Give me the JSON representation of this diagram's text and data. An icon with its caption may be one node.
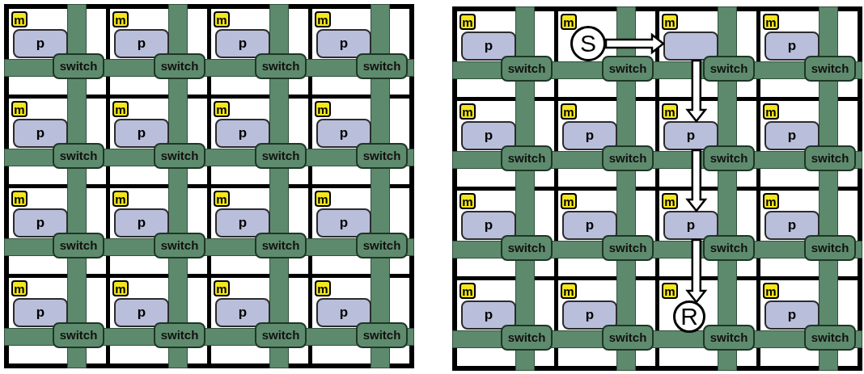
{
  "diagram": {
    "nodes": [
      {
        "text": [
          "m"
        ]
      },
      {
        "text": [
          "p"
        ]
      },
      {
        "text": [
          "switch"
        ]
      },
      {
        "text": [
          "m"
        ]
      },
      {
        "text": [
          "p"
        ]
      },
      {
        "text": [
          "switch"
        ]
      },
      {
        "text": [
          "m"
        ]
      },
      {
        "text": [
          "p"
        ]
      },
      {
        "text": [
          "switch"
        ]
      },
      {
        "text": [
          "m"
        ]
      },
      {
        "text": [
          "p"
        ]
      },
      {
        "text": [
          "switch"
        ]
      },
      {
        "text": [
          "m"
        ]
      },
      {
        "text": [
          "p"
        ]
      },
      {
        "text": [
          "switch"
        ]
      },
      {
        "text": [
          "m"
        ]
      },
      {
        "text": [
          "p"
        ]
      },
      {
        "text": [
          "switch"
        ]
      },
      {
        "text": [
          "m"
        ]
      },
      {
        "text": [
          "p"
        ]
      },
      {
        "text": [
          "switch"
        ]
      },
      {
        "text": [
          "m"
        ]
      },
      {
        "text": [
          "p"
        ]
      },
      {
        "text": [
          "switch"
        ]
      },
      {
        "text": [
          "m"
        ]
      },
      {
        "text": [
          "p"
        ]
      },
      {
        "text": [
          "switch"
        ]
      },
      {
        "text": [
          "m"
        ]
      },
      {
        "text": [
          "p"
        ]
      },
      {
        "text": [
          "switch"
        ]
      },
      {
        "text": [
          "m"
        ]
      },
      {
        "text": [
          "p"
        ]
      },
      {
        "text": [
          "switch"
        ]
      },
      {
        "text": [
          "m"
        ]
      },
      {
        "text": [
          "p"
        ]
      },
      {
        "text": [
          "switch"
        ]
      },
      {
        "text": [
          "m"
        ]
      },
      {
        "text": [
          "p"
        ]
      },
      {
        "text": [
          "switch"
        ]
      },
      {
        "text": [
          "m"
        ]
      },
      {
        "text": [
          "p"
        ]
      },
      {
        "text": [
          "switch"
        ]
      },
      {
        "text": [
          "m"
        ]
      },
      {
        "text": [
          "p"
        ]
      },
      {
        "text": [
          "switch"
        ]
      },
      {
        "text": [
          "m"
        ]
      },
      {
        "text": [
          "p"
        ]
      },
      {
        "text": [
          "switch"
        ]
      },
      {
        "text": [
          "m"
        ]
      },
      {
        "text": [
          "p"
        ]
      },
      {
        "text": [
          "switch"
        ]
      },
      {
        "text": [
          "m"
        ]
      },
      {
        "text": [
          "switch"
        ]
      },
      {
        "text": [
          "m"
        ]
      },
      {
        "text": [],
        "shape": "box"
      },
      {
        "text": [
          "switch"
        ]
      },
      {
        "text": [
          "m"
        ]
      },
      {
        "text": [
          "p"
        ]
      },
      {
        "text": [
          "switch"
        ]
      },
      {
        "text": [
          "m"
        ]
      },
      {
        "text": [
          "p"
        ]
      },
      {
        "text": [
          "switch"
        ]
      },
      {
        "text": [
          "m"
        ]
      },
      {
        "text": [
          "p"
        ]
      },
      {
        "text": [
          "switch"
        ]
      },
      {
        "text": [
          "m"
        ]
      },
      {
        "text": [
          "p"
        ]
      },
      {
        "text": [
          "switch"
        ]
      },
      {
        "text": [
          "m"
        ]
      },
      {
        "text": [
          "p"
        ]
      },
      {
        "text": [
          "switch"
        ]
      },
      {
        "text": [
          "m"
        ]
      },
      {
        "text": [
          "p"
        ]
      },
      {
        "text": [
          "switch"
        ]
      },
      {
        "text": [
          "m"
        ]
      },
      {
        "text": [
          "p"
        ]
      },
      {
        "text": [
          "switch"
        ]
      },
      {
        "text": [
          "m"
        ]
      },
      {
        "text": [
          "p"
        ]
      },
      {
        "text": [
          "switch"
        ]
      },
      {
        "text": [
          "m"
        ]
      },
      {
        "text": [
          "p"
        ]
      },
      {
        "text": [
          "switch"
        ]
      },
      {
        "text": [
          "m"
        ]
      },
      {
        "text": [
          "p"
        ]
      },
      {
        "text": [
          "switch"
        ]
      },
      {
        "text": [
          "m"
        ]
      },
      {
        "text": [
          "p"
        ]
      },
      {
        "text": [
          "switch"
        ]
      },
      {
        "text": [
          "m"
        ]
      },
      {
        "text": [
          "switch"
        ]
      },
      {
        "text": [
          "m"
        ]
      },
      {
        "text": [
          "p"
        ]
      },
      {
        "text": [
          "switch"
        ]
      },
      {
        "text": [
          "S"
        ]
      },
      {
        "text": [
          "R"
        ]
      }
    ],
    "edges": [
      {
        "from": 94,
        "to": 54,
        "arrow": "to"
      },
      {
        "from": 54,
        "to": 66,
        "arrow": "to"
      },
      {
        "from": 66,
        "to": 78,
        "arrow": "to"
      },
      {
        "from": 78,
        "to": 95,
        "arrow": "to"
      }
    ]
  }
}
